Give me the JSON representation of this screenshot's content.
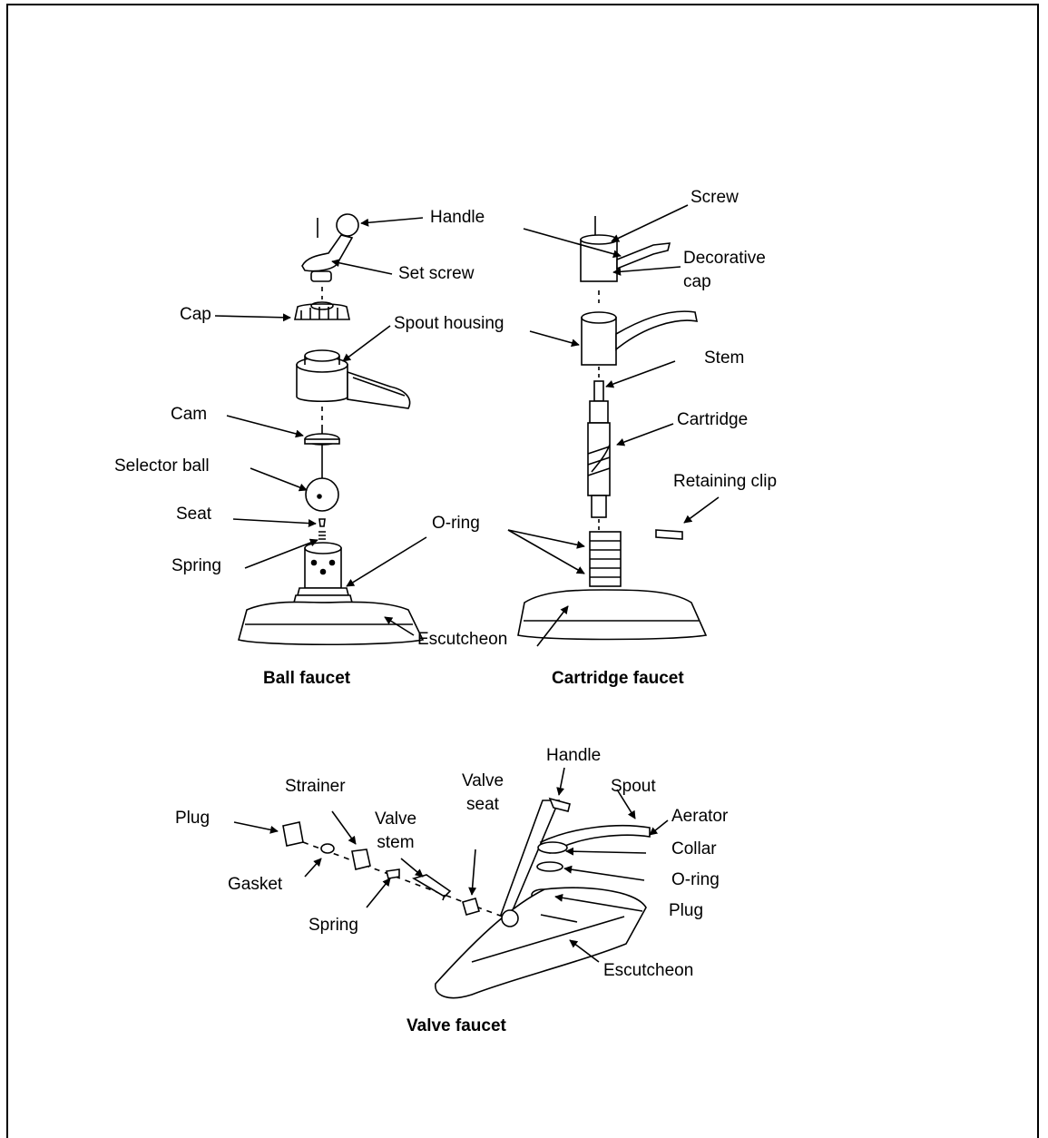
{
  "ball": {
    "caption": "Ball faucet",
    "labels": {
      "handle": "Handle",
      "set_screw": "Set screw",
      "cap": "Cap",
      "spout_housing": "Spout housing",
      "cam": "Cam",
      "selector_ball": "Selector ball",
      "seat": "Seat",
      "spring": "Spring"
    }
  },
  "cartridge": {
    "caption": "Cartridge faucet",
    "labels": {
      "screw": "Screw",
      "decorative_cap_1": "Decorative",
      "decorative_cap_2": "cap",
      "stem": "Stem",
      "cartridge": "Cartridge",
      "retaining_clip": "Retaining clip",
      "o_ring": "O-ring",
      "escutcheon": "Escutcheon"
    }
  },
  "valve": {
    "caption": "Valve faucet",
    "labels": {
      "handle": "Handle",
      "spout": "Spout",
      "aerator": "Aerator",
      "collar": "Collar",
      "o_ring": "O-ring",
      "plug_right": "Plug",
      "escutcheon": "Escutcheon",
      "plug_left": "Plug",
      "strainer": "Strainer",
      "gasket": "Gasket",
      "spring": "Spring",
      "valve_stem_1": "Valve",
      "valve_stem_2": "stem",
      "valve_seat_1": "Valve",
      "valve_seat_2": "seat"
    }
  }
}
